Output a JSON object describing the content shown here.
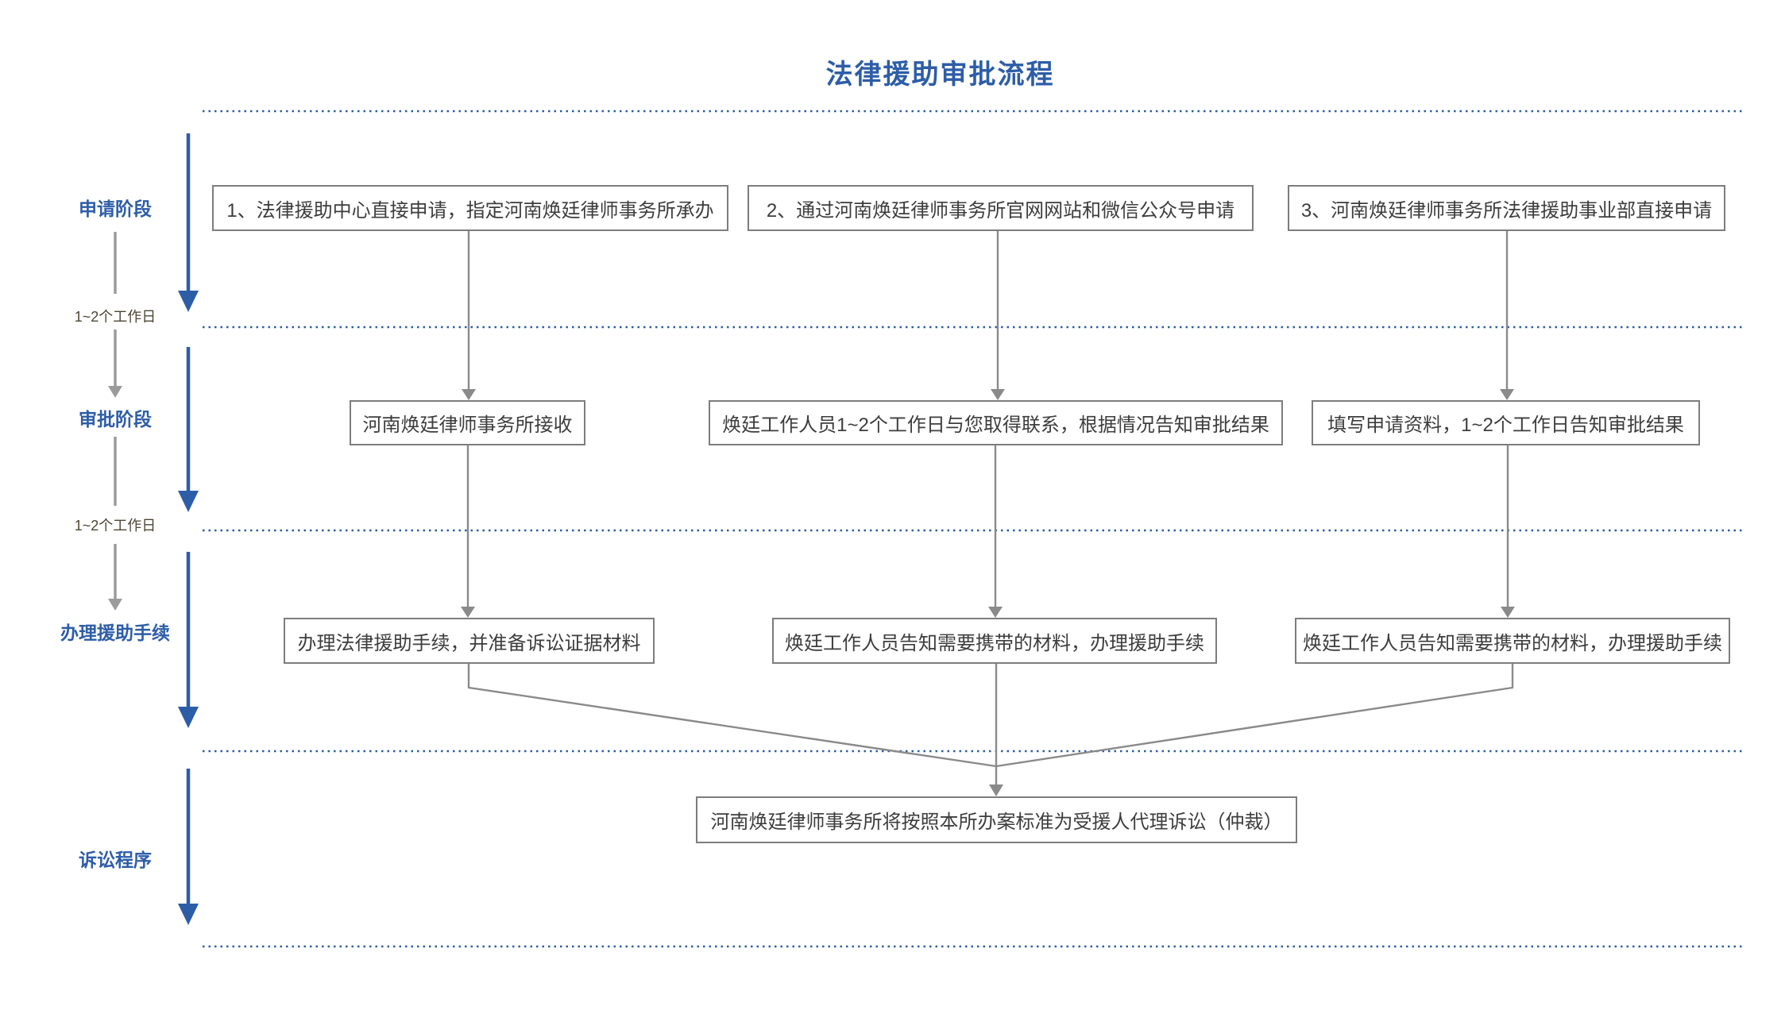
{
  "title": "法律援助审批流程",
  "stages": {
    "s1": "申请阶段",
    "s2": "审批阶段",
    "s3": "办理援助手续",
    "s4": "诉讼程序"
  },
  "durations": {
    "d1": "1~2个工作日",
    "d2": "1~2个工作日"
  },
  "boxes": {
    "r1c1": "1、法律援助中心直接申请，指定河南焕廷律师事务所承办",
    "r1c2": "2、通过河南焕廷律师事务所官网网站和微信公众号申请",
    "r1c3": "3、河南焕廷律师事务所法律援助事业部直接申请",
    "r2c1": "河南焕廷律师事务所接收",
    "r2c2": "焕廷工作人员1~2个工作日与您取得联系，根据情况告知审批结果",
    "r2c3": "填写申请资料，1~2个工作日告知审批结果",
    "r3c1": "办理法律援助手续，并准备诉讼证据材料",
    "r3c2": "焕廷工作人员告知需要携带的材料，办理援助手续",
    "r3c3": "焕廷工作人员告知需要携带的材料，办理援助手续",
    "final": "河南焕廷律师事务所将按照本所办案标准为受援人代理诉讼（仲裁）"
  },
  "colors": {
    "accent_blue": "#2d5da7",
    "connector_gray": "#8a8a8a",
    "rail_gray": "#9b9b9b",
    "duration_text": "#4c4636",
    "box_border": "#7d7d7d",
    "box_text": "#3d3d3d"
  }
}
